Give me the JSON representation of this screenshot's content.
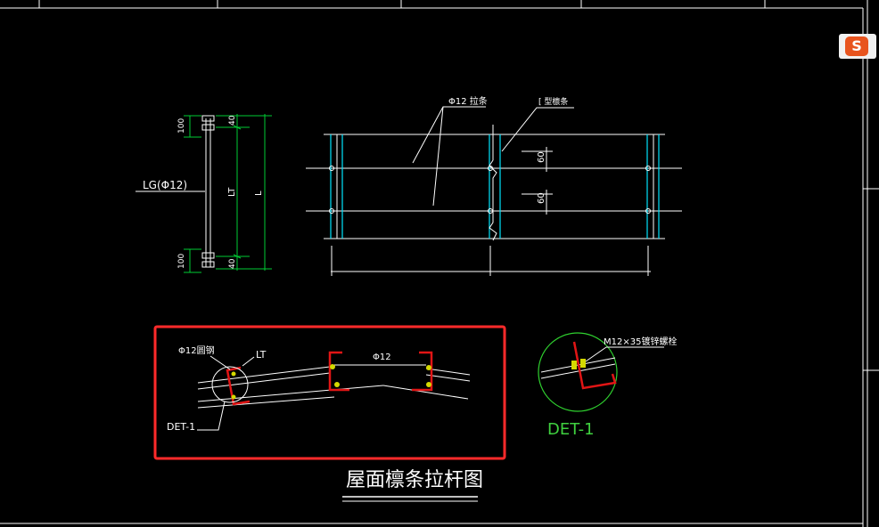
{
  "ime_badge": {
    "letter": "S",
    "icon": "sogou-input-icon"
  },
  "colors": {
    "background": "#000000",
    "line": "#ffffff",
    "dim": "#00cc33",
    "cyan": "#00e5ff",
    "highlight": "#ff2a2a",
    "purlin": "#e11515",
    "text": "#ffffff",
    "detail_label": "#3fd13f"
  },
  "left_elevation": {
    "bar_label": "LG(Φ12)",
    "dim_top": "100",
    "dim_bottom": "100",
    "dim_top_short": "40",
    "dim_bottom_short": "40",
    "dim_lt": "LT",
    "dim_l": "L"
  },
  "plan": {
    "rod_label": "Φ12  拉条",
    "purlin_label": "[ 型檩条",
    "dim_upper": "60",
    "dim_lower": "60"
  },
  "section": {
    "rod_steel_label": "Φ12圆钢",
    "lt_label": "LT",
    "mid_rod_label": "Φ12",
    "detail_ref": "DET-1"
  },
  "detail": {
    "bolt_label": "M12×35镀锌螺栓",
    "title": "DET-1"
  },
  "drawing_title": "屋面檩条拉杆图"
}
